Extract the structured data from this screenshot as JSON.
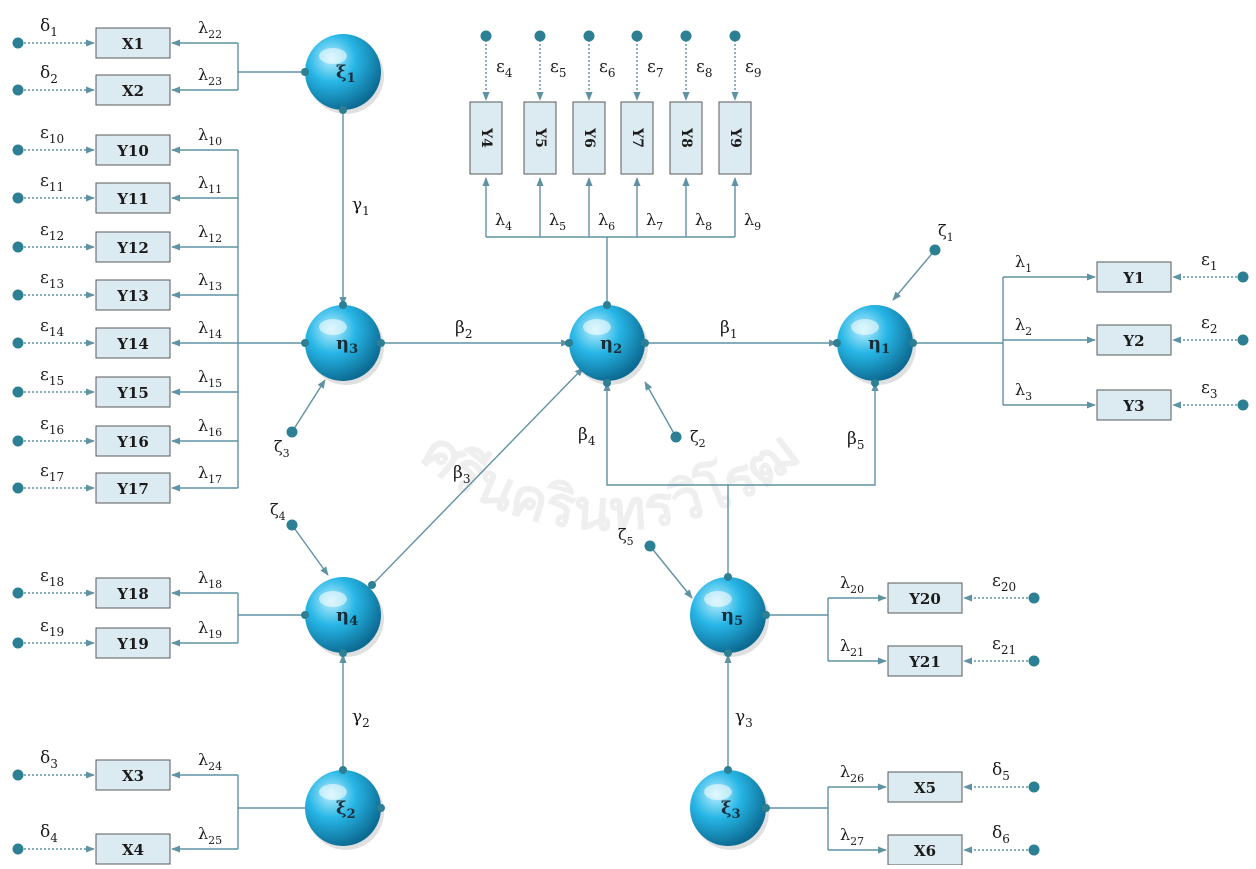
{
  "diagram": {
    "watermark": {
      "arc_text": "ศรีนครินทรวิโรฒ",
      "emblem_icon": "university-seal-icon"
    },
    "colors": {
      "stroke": "#5f92a3",
      "box_fill": "#dcebf2",
      "box_border": "#5a5a5a",
      "node_light": "#bdf0ff",
      "node_mid": "#27b6e6",
      "node_dark": "#0c6b93",
      "dot": "#2d7f94",
      "label": "#1b1b1b",
      "watermark": "#dddddd"
    },
    "latent": [
      {
        "id": "xi1",
        "main": "ξ",
        "sub": "1"
      },
      {
        "id": "xi2",
        "main": "ξ",
        "sub": "2"
      },
      {
        "id": "xi3",
        "main": "ξ",
        "sub": "3"
      },
      {
        "id": "eta1",
        "main": "η",
        "sub": "1"
      },
      {
        "id": "eta2",
        "main": "η",
        "sub": "2"
      },
      {
        "id": "eta3",
        "main": "η",
        "sub": "3"
      },
      {
        "id": "eta4",
        "main": "η",
        "sub": "4"
      },
      {
        "id": "eta5",
        "main": "η",
        "sub": "5"
      }
    ],
    "indicators": [
      {
        "id": "X1",
        "label": "X1",
        "latent": "xi1",
        "loading": {
          "g": "λ",
          "s": "22"
        },
        "error": {
          "g": "δ",
          "s": "1"
        }
      },
      {
        "id": "X2",
        "label": "X2",
        "latent": "xi1",
        "loading": {
          "g": "λ",
          "s": "23"
        },
        "error": {
          "g": "δ",
          "s": "2"
        }
      },
      {
        "id": "X3",
        "label": "X3",
        "latent": "xi2",
        "loading": {
          "g": "λ",
          "s": "24"
        },
        "error": {
          "g": "δ",
          "s": "3"
        }
      },
      {
        "id": "X4",
        "label": "X4",
        "latent": "xi2",
        "loading": {
          "g": "λ",
          "s": "25"
        },
        "error": {
          "g": "δ",
          "s": "4"
        }
      },
      {
        "id": "X5",
        "label": "X5",
        "latent": "xi3",
        "loading": {
          "g": "λ",
          "s": "26"
        },
        "error": {
          "g": "δ",
          "s": "5"
        }
      },
      {
        "id": "X6",
        "label": "X6",
        "latent": "xi3",
        "loading": {
          "g": "λ",
          "s": "27"
        },
        "error": {
          "g": "δ",
          "s": "6"
        }
      },
      {
        "id": "Y1",
        "label": "Y1",
        "latent": "eta1",
        "loading": {
          "g": "λ",
          "s": "1"
        },
        "error": {
          "g": "ε",
          "s": "1"
        }
      },
      {
        "id": "Y2",
        "label": "Y2",
        "latent": "eta1",
        "loading": {
          "g": "λ",
          "s": "2"
        },
        "error": {
          "g": "ε",
          "s": "2"
        }
      },
      {
        "id": "Y3",
        "label": "Y3",
        "latent": "eta1",
        "loading": {
          "g": "λ",
          "s": "3"
        },
        "error": {
          "g": "ε",
          "s": "3"
        }
      },
      {
        "id": "Y4",
        "label": "Y4",
        "latent": "eta2",
        "loading": {
          "g": "λ",
          "s": "4"
        },
        "error": {
          "g": "ε",
          "s": "4"
        }
      },
      {
        "id": "Y5",
        "label": "Y5",
        "latent": "eta2",
        "loading": {
          "g": "λ",
          "s": "5"
        },
        "error": {
          "g": "ε",
          "s": "5"
        }
      },
      {
        "id": "Y6",
        "label": "Y6",
        "latent": "eta2",
        "loading": {
          "g": "λ",
          "s": "6"
        },
        "error": {
          "g": "ε",
          "s": "6"
        }
      },
      {
        "id": "Y7",
        "label": "Y7",
        "latent": "eta2",
        "loading": {
          "g": "λ",
          "s": "7"
        },
        "error": {
          "g": "ε",
          "s": "7"
        }
      },
      {
        "id": "Y8",
        "label": "Y8",
        "latent": "eta2",
        "loading": {
          "g": "λ",
          "s": "8"
        },
        "error": {
          "g": "ε",
          "s": "8"
        }
      },
      {
        "id": "Y9",
        "label": "Y9",
        "latent": "eta2",
        "loading": {
          "g": "λ",
          "s": "9"
        },
        "error": {
          "g": "ε",
          "s": "9"
        }
      },
      {
        "id": "Y10",
        "label": "Y10",
        "latent": "eta3",
        "loading": {
          "g": "λ",
          "s": "10"
        },
        "error": {
          "g": "ε",
          "s": "10"
        }
      },
      {
        "id": "Y11",
        "label": "Y11",
        "latent": "eta3",
        "loading": {
          "g": "λ",
          "s": "11"
        },
        "error": {
          "g": "ε",
          "s": "11"
        }
      },
      {
        "id": "Y12",
        "label": "Y12",
        "latent": "eta3",
        "loading": {
          "g": "λ",
          "s": "12"
        },
        "error": {
          "g": "ε",
          "s": "12"
        }
      },
      {
        "id": "Y13",
        "label": "Y13",
        "latent": "eta3",
        "loading": {
          "g": "λ",
          "s": "13"
        },
        "error": {
          "g": "ε",
          "s": "13"
        }
      },
      {
        "id": "Y14",
        "label": "Y14",
        "latent": "eta3",
        "loading": {
          "g": "λ",
          "s": "14"
        },
        "error": {
          "g": "ε",
          "s": "14"
        }
      },
      {
        "id": "Y15",
        "label": "Y15",
        "latent": "eta3",
        "loading": {
          "g": "λ",
          "s": "15"
        },
        "error": {
          "g": "ε",
          "s": "15"
        }
      },
      {
        "id": "Y16",
        "label": "Y16",
        "latent": "eta3",
        "loading": {
          "g": "λ",
          "s": "16"
        },
        "error": {
          "g": "ε",
          "s": "16"
        }
      },
      {
        "id": "Y17",
        "label": "Y17",
        "latent": "eta3",
        "loading": {
          "g": "λ",
          "s": "17"
        },
        "error": {
          "g": "ε",
          "s": "17"
        }
      },
      {
        "id": "Y18",
        "label": "Y18",
        "latent": "eta4",
        "loading": {
          "g": "λ",
          "s": "18"
        },
        "error": {
          "g": "ε",
          "s": "18"
        }
      },
      {
        "id": "Y19",
        "label": "Y19",
        "latent": "eta4",
        "loading": {
          "g": "λ",
          "s": "19"
        },
        "error": {
          "g": "ε",
          "s": "19"
        }
      },
      {
        "id": "Y20",
        "label": "Y20",
        "latent": "eta5",
        "loading": {
          "g": "λ",
          "s": "20"
        },
        "error": {
          "g": "ε",
          "s": "20"
        }
      },
      {
        "id": "Y21",
        "label": "Y21",
        "latent": "eta5",
        "loading": {
          "g": "λ",
          "s": "21"
        },
        "error": {
          "g": "ε",
          "s": "21"
        }
      }
    ],
    "structural_paths": [
      {
        "from": "xi1",
        "to": "eta3",
        "label": {
          "g": "γ",
          "s": "1"
        }
      },
      {
        "from": "xi2",
        "to": "eta4",
        "label": {
          "g": "γ",
          "s": "2"
        }
      },
      {
        "from": "xi3",
        "to": "eta5",
        "label": {
          "g": "γ",
          "s": "3"
        }
      },
      {
        "from": "eta2",
        "to": "eta1",
        "label": {
          "g": "β",
          "s": "1"
        }
      },
      {
        "from": "eta3",
        "to": "eta2",
        "label": {
          "g": "β",
          "s": "2"
        }
      },
      {
        "from": "eta4",
        "to": "eta2",
        "label": {
          "g": "β",
          "s": "3"
        }
      },
      {
        "from": "eta5",
        "to": "eta2",
        "label": {
          "g": "β",
          "s": "4"
        }
      },
      {
        "from": "eta5",
        "to": "eta1",
        "label": {
          "g": "β",
          "s": "5"
        }
      }
    ],
    "disturbances": [
      {
        "latent": "eta1",
        "g": "ζ",
        "s": "1"
      },
      {
        "latent": "eta2",
        "g": "ζ",
        "s": "2"
      },
      {
        "latent": "eta3",
        "g": "ζ",
        "s": "3"
      },
      {
        "latent": "eta4",
        "g": "ζ",
        "s": "4"
      },
      {
        "latent": "eta5",
        "g": "ζ",
        "s": "5"
      }
    ]
  }
}
